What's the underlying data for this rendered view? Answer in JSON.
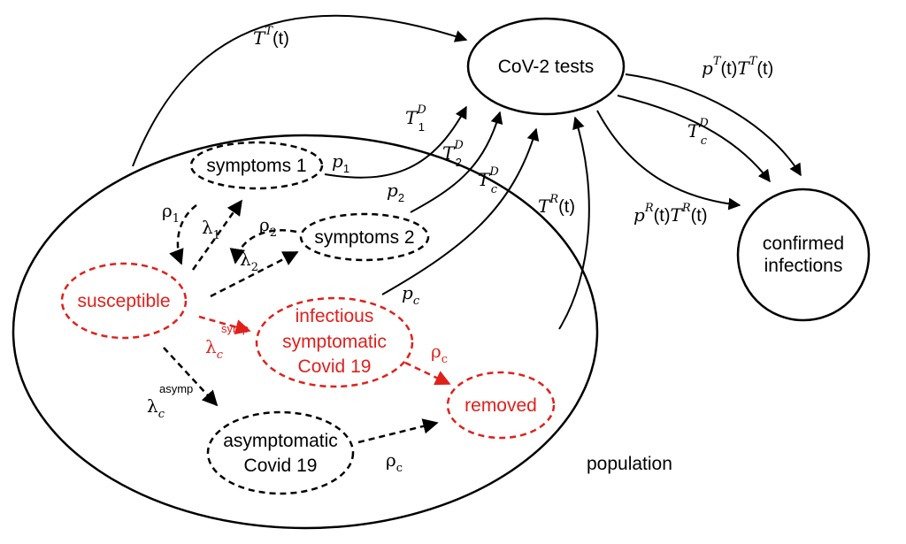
{
  "colors": {
    "black": "#000000",
    "red": "#e0201b"
  },
  "nodes": {
    "tests": "CoV-2 tests",
    "confirmed_line1": "confirmed",
    "confirmed_line2": "infections",
    "symptoms1": "symptoms 1",
    "symptoms2": "symptoms 2",
    "susceptible": "susceptible",
    "infectious_line1": "infectious",
    "infectious_line2": "symptomatic",
    "infectious_line3": "Covid 19",
    "removed": "removed",
    "asymp_line1": "asymptomatic",
    "asymp_line2": "Covid 19",
    "population": "population"
  },
  "labels": {
    "TT_base": "T",
    "TT_sup": "T",
    "t_arg": "(t)",
    "T1D_base": "T",
    "T1D_sup": "D",
    "T1D_sub": "1",
    "T2D_base": "T",
    "T2D_sup": "D",
    "T2D_sub": "2",
    "TcD_base": "T",
    "TcD_sup": "D",
    "TcD_sub": "c",
    "TR_base": "T",
    "TR_sup": "R",
    "pT_base": "p",
    "pT_sup": "T",
    "pR_base": "p",
    "pR_sup": "R",
    "p_base": "p",
    "p1_sub": "1",
    "p2_sub": "2",
    "pc_sub": "c",
    "rho": "ρ",
    "rho1_sub": "1",
    "rho2_sub": "2",
    "rhoc_sub": "c",
    "lambda": "λ",
    "lambda1_sub": "1",
    "lambda2_sub": "2",
    "lambdac_sub": "c",
    "symp": "symp",
    "asymp": "asymp"
  }
}
